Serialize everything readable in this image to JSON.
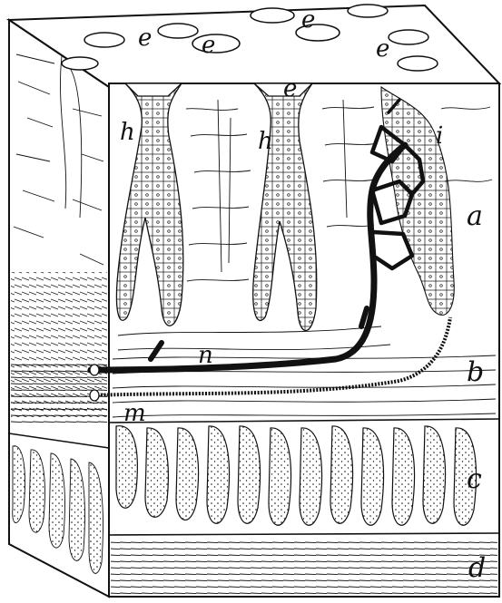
{
  "figure": {
    "background": "#ffffff",
    "ink": "#111111",
    "labels": {
      "e": "e",
      "h": "h",
      "i": "i",
      "a": "a",
      "b": "b",
      "c": "c",
      "d": "d",
      "n": "n",
      "m": "m"
    }
  }
}
